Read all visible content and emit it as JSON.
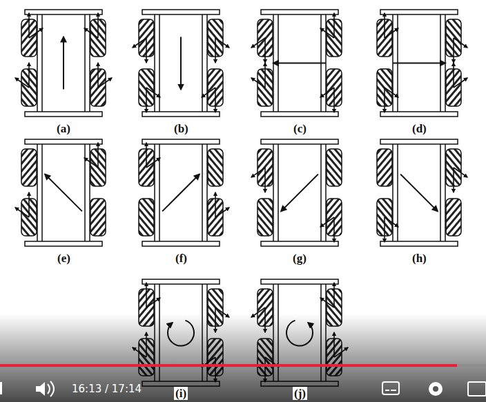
{
  "diagram": {
    "labels": [
      "(a)",
      "(b)",
      "(c)",
      "(d)",
      "(e)",
      "(f)",
      "(g)",
      "(h)",
      "(i)",
      "(j)",
      "16:13 / 17:14"
    ]
  }
}
